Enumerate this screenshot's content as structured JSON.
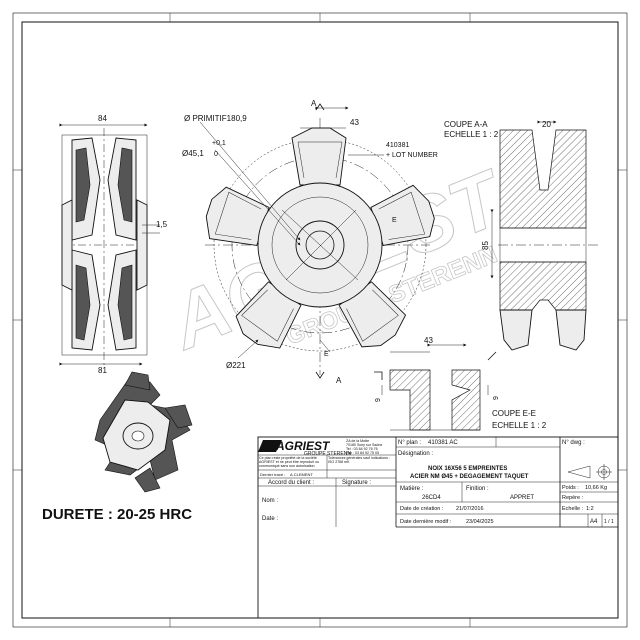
{
  "dimensions": {
    "width_84": "84",
    "width_81": "81",
    "offset_1_5": "1,5",
    "primitive": "Ø PRIMITIF180,9",
    "bore": "Ø45,1",
    "tol_upper": "+0,1",
    "tol_lower": "0",
    "dim_43_top": "43",
    "outer_221": "Ø221",
    "dim_43_e": "43",
    "dim_20": "20",
    "dim_85": "85",
    "dim_9_left": "9",
    "dim_9_right": "9"
  },
  "labels": {
    "part_ref": "410381",
    "lot_number": "+ LOT NUMBER",
    "section_a_title": "COUPE A-A",
    "section_a_scale": "ECHELLE 1 : 2",
    "section_e_title": "COUPE E-E",
    "section_e_scale": "ECHELLE 1 : 2",
    "cut_a_top": "A",
    "cut_a_bottom": "A",
    "cut_e_top": "E",
    "cut_e_bottom": "E",
    "watermark_brand": "AGRIEST",
    "watermark_sub": "GROUPE STERENN"
  },
  "hardness": "DURETE : 20-25 HRC",
  "title_block": {
    "logo_main": "AGRIEST",
    "logo_sub": "GROUPE STERENN",
    "address": [
      "ZA de la Motte",
      "70180 Scey sur Saône",
      "Tel : 03 84 92 76 76",
      "Fax : 03 84 92 75 05"
    ],
    "legal_left": "Ce plan reste propriété de la société AGRIEST et ne peut être reproduit ou communiqué sans son autorisation",
    "legal_right": "Tolérances générales sauf indications : ISO 2768 mK",
    "last_user_label": "Dernier tracé :",
    "last_user": "A.CLEMENT",
    "client_agreement": "Accord du client :",
    "name_label": "Nom :",
    "date_label": "Date :",
    "signature_label": "Signature :",
    "plan_no_label": "N° plan :",
    "plan_no": "410381 AC",
    "dwg_label": "N° dwg :",
    "designation_label": "Désignation :",
    "designation_1": "NOIX 16X56 5 EMPREINTES",
    "designation_2": "ACIER NM Ø45 + DEGAGEMENT TAQUET",
    "material_label": "Matière :",
    "material": "26CD4",
    "finish_label": "Finition :",
    "finish": "APPRET",
    "weight_label": "Poids :",
    "weight": "10,66 Kg",
    "mark_label": "Repère :",
    "created_label": "Date de création :",
    "created": "21/07/2016",
    "scale_label": "Echelle :",
    "scale": "1:2",
    "modified_label": "Date dernière modif :",
    "modified": "23/04/2025",
    "format": "A4",
    "sheet": "1 / 1"
  }
}
